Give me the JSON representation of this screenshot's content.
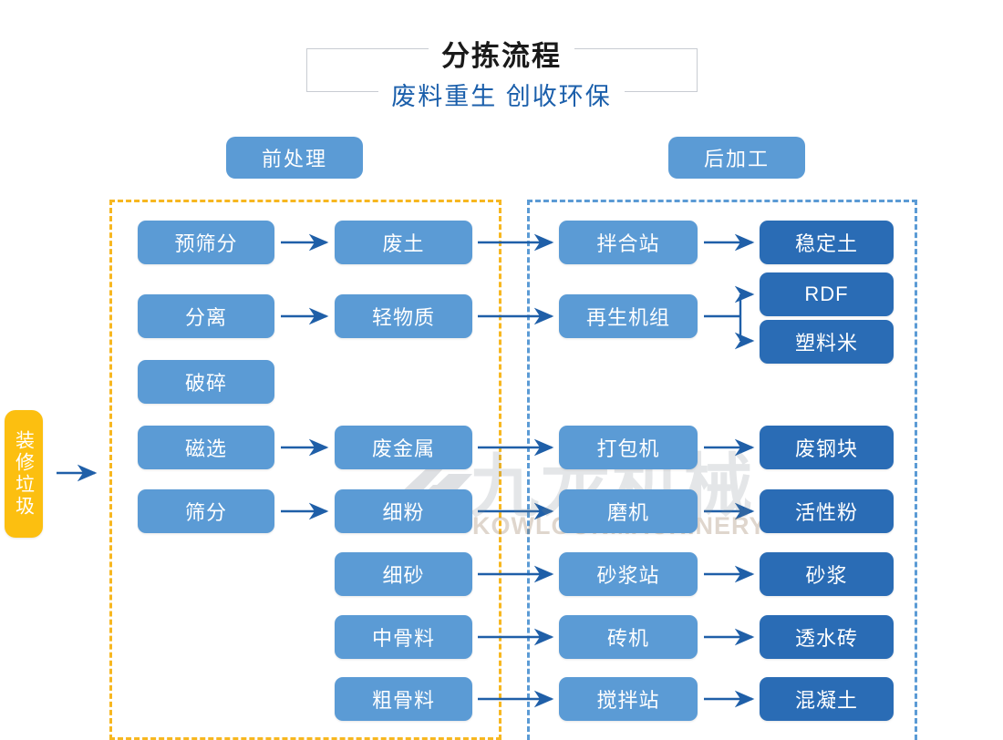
{
  "header": {
    "title": "分拣流程",
    "subtitle": "废料重生 创收环保"
  },
  "sections": {
    "pre_label": "前处理",
    "post_label": "后加工"
  },
  "source": {
    "label": "装修垃圾"
  },
  "watermark": {
    "text": "九龙机械",
    "subtext": "KOWLOONMACHINERY",
    "logo_icon": "kowloon-logo-icon"
  },
  "colors": {
    "node_light": "#5b9bd5",
    "node_dark": "#2a6cb5",
    "accent_orange": "#fcbf10",
    "group_pre_border": "#f7b720",
    "group_post_border": "#5b9bd5",
    "arrow": "#1f5fa8",
    "title_sub": "#1b5fab"
  },
  "nodes": {
    "pre_stage": [
      {
        "id": "n-yushaifen",
        "label": "预筛分"
      },
      {
        "id": "n-fenli",
        "label": "分离"
      },
      {
        "id": "n-posui",
        "label": "破碎"
      },
      {
        "id": "n-cixuan",
        "label": "磁选"
      },
      {
        "id": "n-shaifen",
        "label": "筛分"
      }
    ],
    "pre_output": [
      {
        "id": "n-feitu",
        "label": "废土"
      },
      {
        "id": "n-qingwuzhi",
        "label": "轻物质"
      },
      {
        "id": "n-feijinshu",
        "label": "废金属"
      },
      {
        "id": "n-xifen",
        "label": "细粉"
      },
      {
        "id": "n-xisha",
        "label": "细砂"
      },
      {
        "id": "n-zhonggu",
        "label": "中骨料"
      },
      {
        "id": "n-cugu",
        "label": "粗骨料"
      }
    ],
    "post_machine": [
      {
        "id": "n-banhezhan",
        "label": "拌合站"
      },
      {
        "id": "n-zaishengjizu",
        "label": "再生机组"
      },
      {
        "id": "n-dabaoji",
        "label": "打包机"
      },
      {
        "id": "n-moji",
        "label": "磨机"
      },
      {
        "id": "n-shajiangzhan",
        "label": "砂浆站"
      },
      {
        "id": "n-zhuanji",
        "label": "砖机"
      },
      {
        "id": "n-jiaobanzhan",
        "label": "搅拌站"
      }
    ],
    "post_product": [
      {
        "id": "n-wendingtu",
        "label": "稳定土"
      },
      {
        "id": "n-rdf",
        "label": "RDF"
      },
      {
        "id": "n-sulliaomi",
        "label": "塑料米"
      },
      {
        "id": "n-feigangkuai",
        "label": "废钢块"
      },
      {
        "id": "n-huoxingfen",
        "label": "活性粉"
      },
      {
        "id": "n-shajiang",
        "label": "砂浆"
      },
      {
        "id": "n-toushuizhuan",
        "label": "透水砖"
      },
      {
        "id": "n-hunningtu",
        "label": "混凝土"
      }
    ]
  }
}
